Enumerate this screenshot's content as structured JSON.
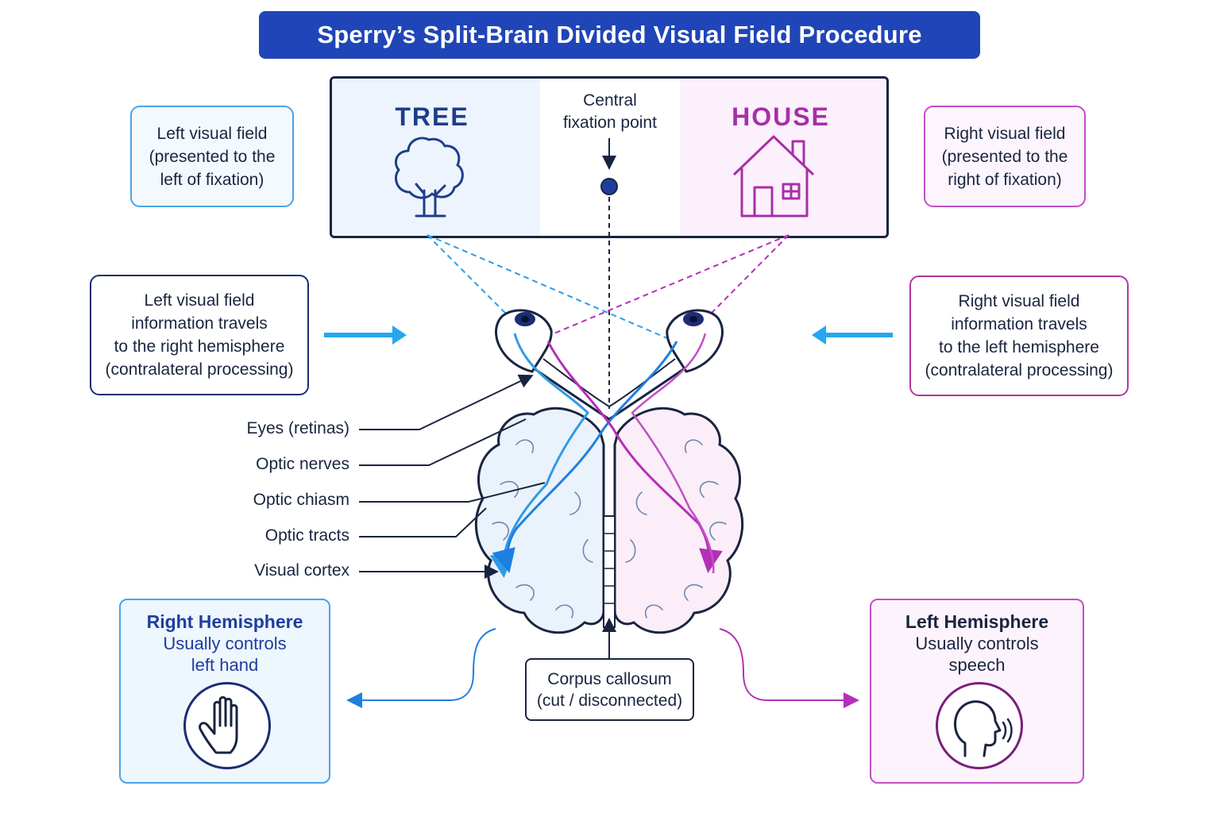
{
  "title": "Sperry’s Split-Brain Divided Visual Field Procedure",
  "stimulus": {
    "left_word": "TREE",
    "right_word": "HOUSE",
    "fixation_label": [
      "Central",
      "fixation point"
    ]
  },
  "fields": {
    "left_label": [
      "Left visual field",
      "(presented to the",
      "left of fixation)"
    ],
    "right_label": [
      "Right visual field",
      "(presented to the",
      "right of fixation)"
    ]
  },
  "routing": {
    "left_info": [
      "Left visual field",
      "information travels",
      "to the right hemisphere",
      "(contralateral processing)"
    ],
    "right_info": [
      "Right visual field",
      "information travels",
      "to the left hemisphere",
      "(contralateral processing)"
    ]
  },
  "structures": [
    "Eyes (retinas)",
    "Optic nerves",
    "Optic chiasm",
    "Optic tracts",
    "Visual cortex"
  ],
  "corpus_callosum": [
    "Corpus callosum",
    "(cut / disconnected)"
  ],
  "hemispheres": {
    "right": {
      "title": "Right Hemisphere",
      "lines": [
        "Usually controls",
        "left hand"
      ],
      "icon": "hand-icon"
    },
    "left": {
      "title": "Left Hemisphere",
      "lines": [
        "Usually controls",
        "speech"
      ],
      "icon": "speaking-head-icon"
    }
  },
  "colors": {
    "title_bg": "#1f45b8",
    "left_path": "#2e9be6",
    "right_path": "#b42fb8",
    "navy": "#1b2c73"
  }
}
